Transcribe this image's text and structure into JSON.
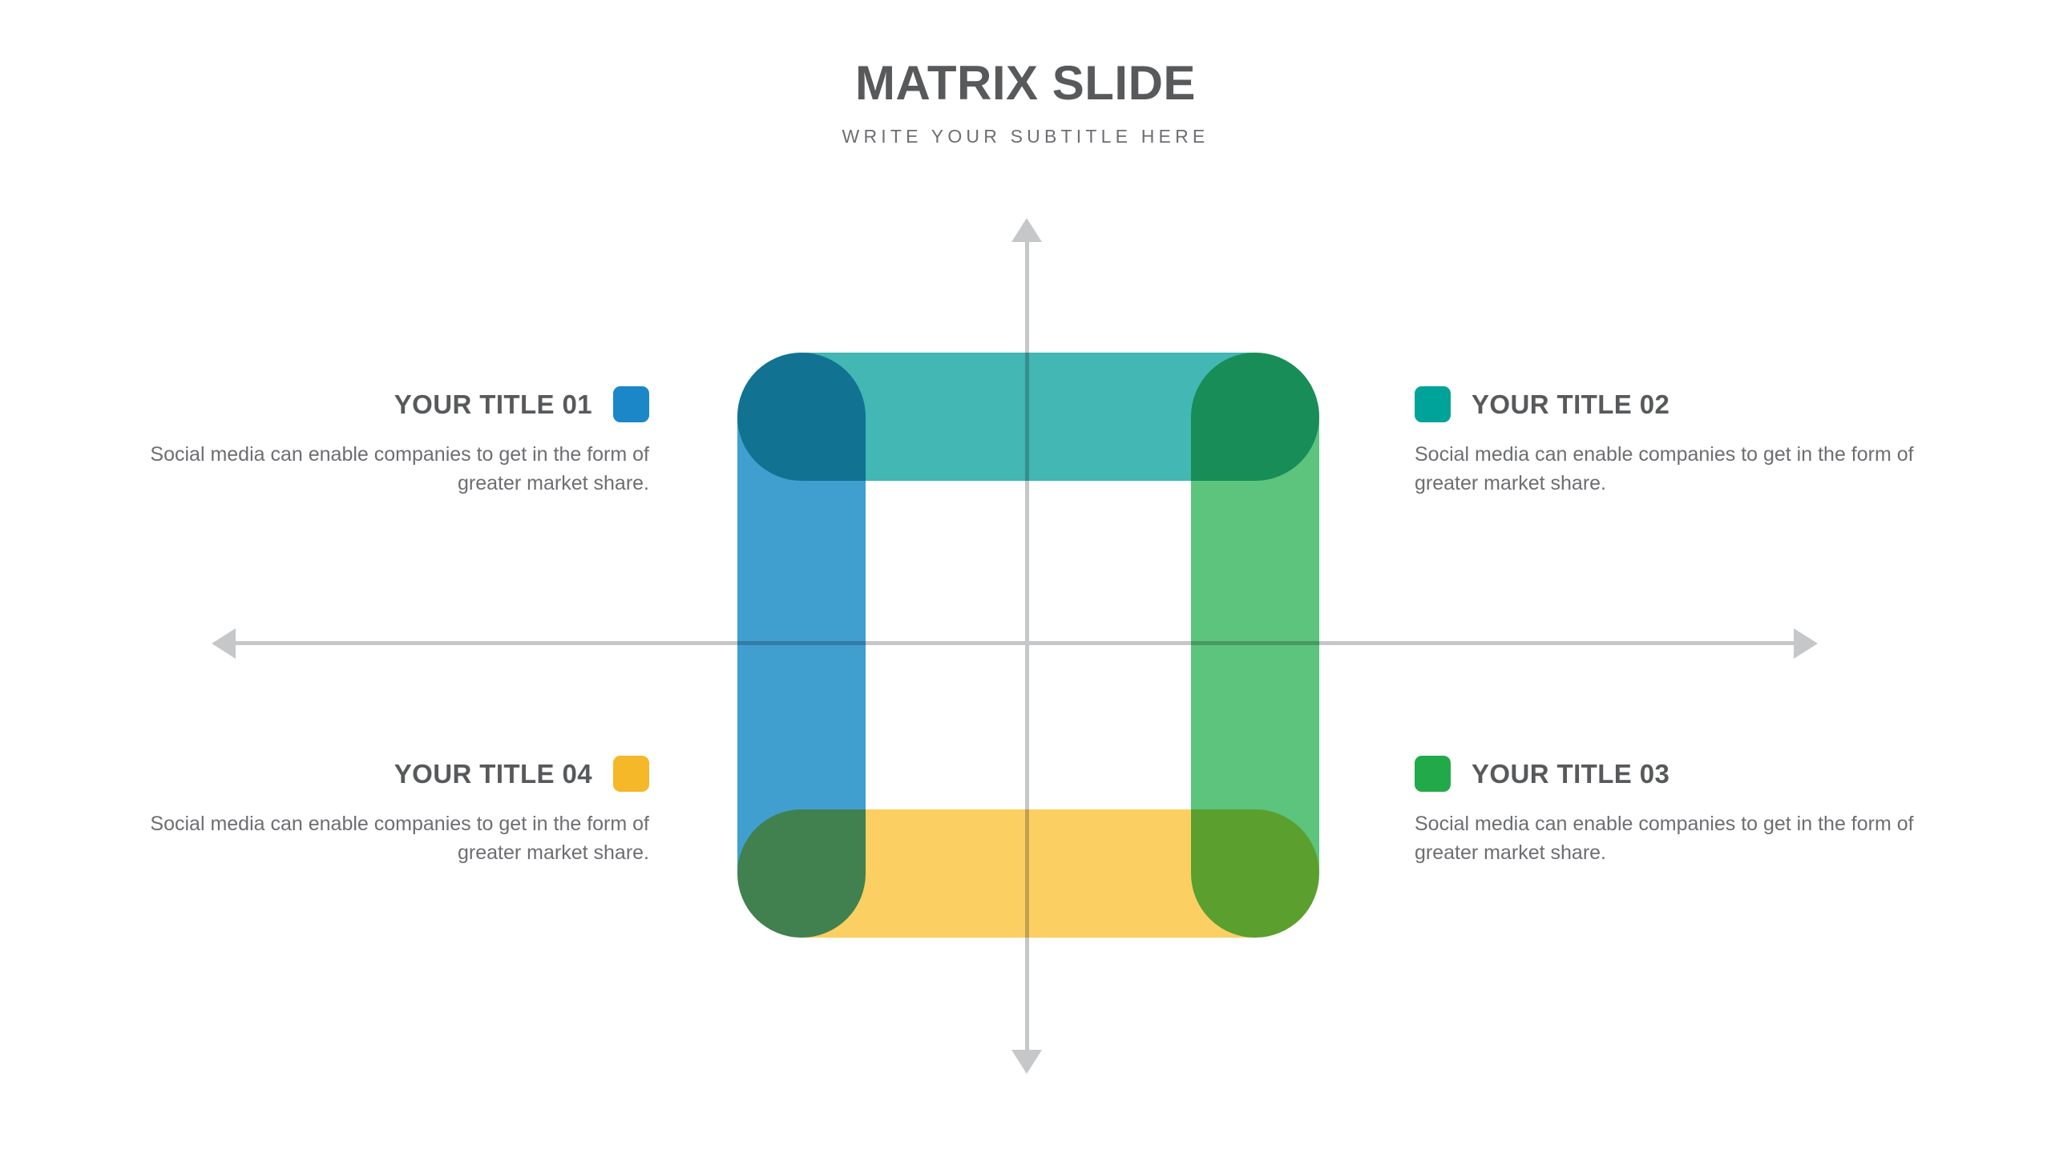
{
  "header": {
    "title": "MATRIX SLIDE",
    "subtitle": "WRITE YOUR SUBTITLE HERE"
  },
  "colors": {
    "title_gray": "#58595b",
    "body_gray": "#6d6e71",
    "axis_gray": "#c6c7c9",
    "blue": "#1b87c9",
    "teal": "#00a39a",
    "green": "#22a94a",
    "yellow": "#f5b829",
    "bar_teal": "#42b7b3",
    "bar_blue": "#419fd0",
    "bar_green": "#5cc47c",
    "bar_yellow": "#fbcf61"
  },
  "axes": {
    "vertical_axis": "vertical-axis",
    "horizontal_axis": "horizontal-axis",
    "arrow_up": "arrow-up-icon",
    "arrow_down": "arrow-down-icon",
    "arrow_left": "arrow-left-icon",
    "arrow_right": "arrow-right-icon"
  },
  "matrix_bars": [
    {
      "id": "top-bar",
      "color": "#42b7b3",
      "orientation": "horizontal"
    },
    {
      "id": "left-bar",
      "color": "#419fd0",
      "orientation": "vertical"
    },
    {
      "id": "right-bar",
      "color": "#5cc47c",
      "orientation": "vertical"
    },
    {
      "id": "bottom-bar",
      "color": "#fbcf61",
      "orientation": "horizontal"
    }
  ],
  "quadrants": [
    {
      "id": "01",
      "title": "YOUR TITLE 01",
      "body": "Social media can enable companies to get in the form of greater market share.",
      "swatch_color": "#1b87c9",
      "side": "left"
    },
    {
      "id": "02",
      "title": "YOUR TITLE 02",
      "body": "Social media can enable companies to get in the form of greater market share.",
      "swatch_color": "#00a39a",
      "side": "right"
    },
    {
      "id": "03",
      "title": "YOUR TITLE 03",
      "body": "Social media can enable companies to get in the form of greater market share.",
      "swatch_color": "#22a94a",
      "side": "right"
    },
    {
      "id": "04",
      "title": "YOUR TITLE 04",
      "body": "Social media can enable companies to get in the form of greater market share.",
      "swatch_color": "#f5b829",
      "side": "left"
    }
  ]
}
